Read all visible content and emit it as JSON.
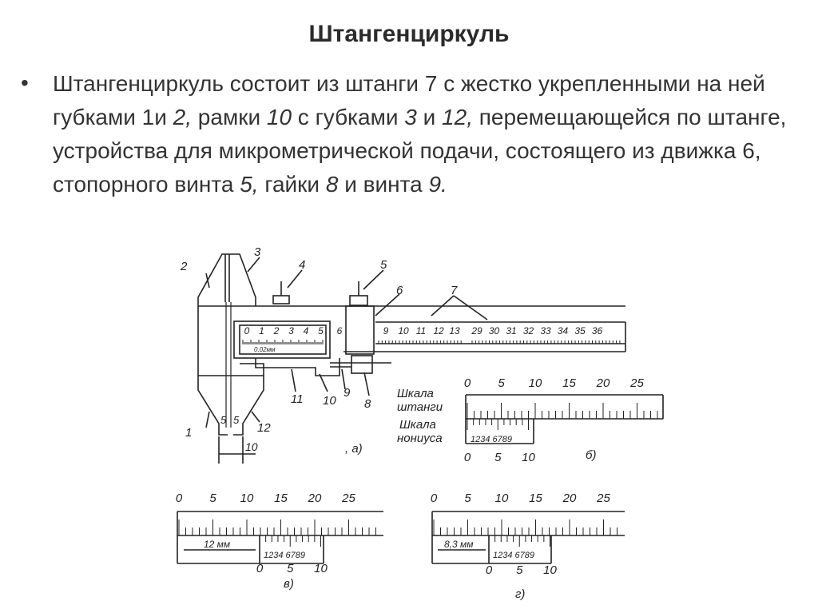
{
  "slide": {
    "title": "Штангенциркуль",
    "bullet": {
      "segments": [
        {
          "t": "Штангенциркуль состоит из штанги 7 с жестко укрепленными на ней губками 1и "
        },
        {
          "t": "2,",
          "i": true
        },
        {
          "t": " рамки "
        },
        {
          "t": "10",
          "i": true
        },
        {
          "t": " с губками "
        },
        {
          "t": "3",
          "i": true
        },
        {
          "t": " и "
        },
        {
          "t": "12,",
          "i": true
        },
        {
          "t": " перемещающейся по штанге, устройства для микрометрической подачи, состоящего из движка 6, стопорного   винта   "
        },
        {
          "t": "5,",
          "i": true
        },
        {
          "t": "   гайки   "
        },
        {
          "t": "8",
          "i": true
        },
        {
          "t": " и винта "
        },
        {
          "t": "9.",
          "i": true
        }
      ]
    }
  },
  "figure": {
    "callouts": {
      "c1": "1",
      "c2": "2",
      "c3": "3",
      "c4": "4",
      "c5a": "5",
      "c6": "6",
      "c7": "7",
      "c8": "8",
      "c9": "9",
      "c10": "10",
      "c11": "11",
      "c12": "12"
    },
    "jaw_labels": {
      "a": "5",
      "b": "5"
    },
    "dim_10": "10",
    "frame_scale": [
      "0",
      "1",
      "2",
      "3",
      "4",
      "5"
    ],
    "frame_accuracy": "0,02мм",
    "bar_scale_left": [
      "6",
      "9",
      "10",
      "11",
      "12",
      "13"
    ],
    "bar_scale_right": [
      "29",
      "30",
      "31",
      "32",
      "33",
      "34",
      "35",
      "36"
    ],
    "caption_a": ", а)",
    "panel_b": {
      "main_labels": [
        "0",
        "5",
        "10",
        "15",
        "20",
        "25"
      ],
      "label_main": [
        "Шкала",
        "штанги"
      ],
      "label_vernier": [
        "Шкала",
        "нониуса"
      ],
      "vernier_digits": "1234 6789",
      "vernier_labels": [
        "0",
        "5",
        "10"
      ],
      "caption": "б)"
    },
    "panel_v": {
      "main_labels": [
        "0",
        "5",
        "10",
        "15",
        "20",
        "25"
      ],
      "reading": "12 мм",
      "vernier_digits": "1234 6789",
      "vernier_labels": [
        "0",
        "5",
        "10"
      ],
      "caption": "в)"
    },
    "panel_g": {
      "main_labels": [
        "0",
        "5",
        "10",
        "15",
        "20",
        "25"
      ],
      "reading": "8,3 мм",
      "vernier_digits": "1234 6789",
      "vernier_labels": [
        "0",
        "5",
        "10"
      ],
      "caption": "г)"
    }
  }
}
